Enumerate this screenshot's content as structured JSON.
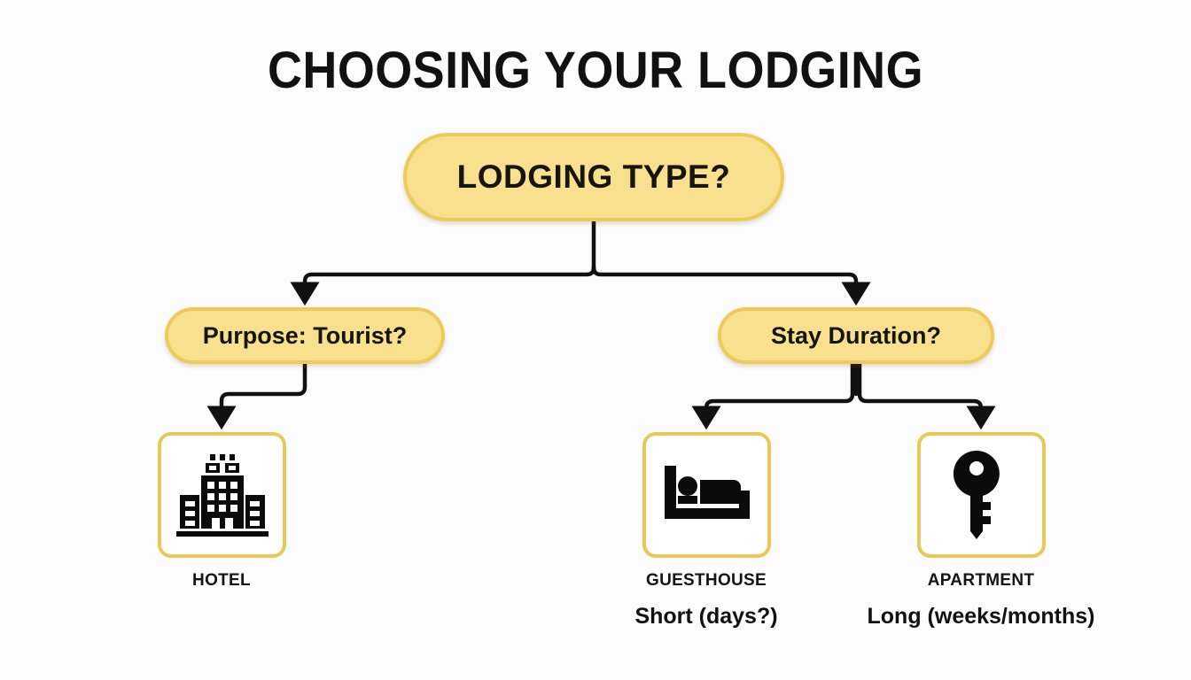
{
  "page": {
    "title": "CHOOSING YOUR LODGING",
    "background_color": "#fcfcfd",
    "accent_color": "#f8e08e",
    "accent_border_color": "#eecb58",
    "leaf_border_color": "#e9c85a",
    "connector_color": "#111111",
    "text_color": "#111111",
    "diagram_type": "decision-tree"
  },
  "nodes": {
    "root": {
      "label": "LODGING TYPE?",
      "shape": "pill"
    },
    "purpose": {
      "label": "Purpose: Tourist?",
      "shape": "pill"
    },
    "duration": {
      "label": "Stay Duration?",
      "shape": "pill"
    },
    "hotel": {
      "label": "HOTEL",
      "icon": "hotel-building-icon",
      "caption": ""
    },
    "guesthouse": {
      "label": "GUESTHOUSE",
      "icon": "bed-icon",
      "caption": "Short (days?)"
    },
    "apartment": {
      "label": "APARTMENT",
      "icon": "key-icon",
      "caption": "Long (weeks/months)"
    }
  },
  "edges": [
    {
      "from": "root",
      "to": "purpose"
    },
    {
      "from": "root",
      "to": "duration"
    },
    {
      "from": "purpose",
      "to": "hotel"
    },
    {
      "from": "duration",
      "to": "guesthouse"
    },
    {
      "from": "duration",
      "to": "apartment"
    }
  ]
}
